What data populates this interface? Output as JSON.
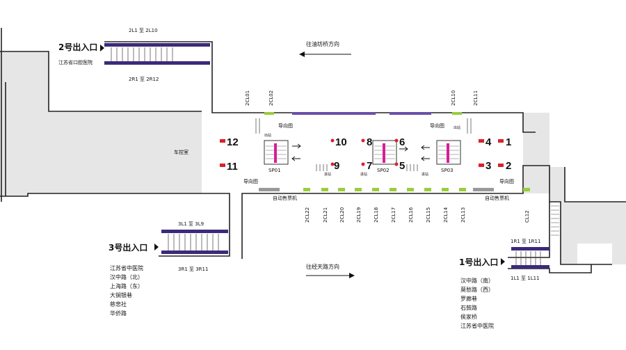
{
  "colors": {
    "grey": "#e6e6e6",
    "wall": "#222222",
    "stair_purple": "#3b2a7a",
    "stair_pink": "#e0189a",
    "marker_red": "#d9222a",
    "lamp_green": "#9acd3c",
    "lamp_purple": "#6a4fa8"
  },
  "direction": {
    "north": "往油坊桥方向",
    "south": "往经天路方向"
  },
  "exits": {
    "exit2": {
      "title": "2号出入口",
      "stairs_top": "2L1 至 2L10",
      "stairs_bottom": "2R1 至 2R12",
      "places": [
        "江苏省口腔医院"
      ]
    },
    "exit3": {
      "title": "3号出入口",
      "stairs_top": "3L1 至 3L9",
      "stairs_bottom": "3R1 至 3R11",
      "places": [
        "江苏省中医院",
        "汉中路（北）",
        "上海路（东）",
        "大锏银巷",
        "慈悲社",
        "华侨路"
      ]
    },
    "exit1": {
      "title": "1号出入口",
      "stairs_top": "1R1 至 1R11",
      "stairs_bottom": "1L1 至 1L11",
      "places": [
        "汉中路（南）",
        "莫愁路（西）",
        "罗廊巷",
        "石鼓路",
        "侯家桥",
        "江苏省中医院"
      ]
    }
  },
  "hall": {
    "room_label": "车控室",
    "guide_labels": [
      "导向图",
      "导向图",
      "导向图",
      "导向图"
    ],
    "ticket_labels": [
      "自动售票机",
      "自动售票机"
    ],
    "small_labels": [
      "出站",
      "出站",
      "进站",
      "进站",
      "进站"
    ],
    "platforms": [
      "SP01",
      "SP02",
      "SP03"
    ],
    "top_lights": [
      "2CL01",
      "2CL02",
      "2CL10",
      "2CL11"
    ],
    "bottom_lights": [
      "2CL22",
      "2CL21",
      "2CL20",
      "2CL19",
      "2CL18",
      "2CL17",
      "2CL16",
      "2CL15",
      "2CL14",
      "2CL13",
      "CL12"
    ]
  },
  "markers": {
    "m12": "12",
    "m11": "11",
    "m10": "10",
    "m9": "9",
    "m8": "8",
    "m7": "7",
    "m6": "6",
    "m5": "5",
    "m4": "4",
    "m3": "3",
    "m2": "2",
    "m1": "1"
  }
}
